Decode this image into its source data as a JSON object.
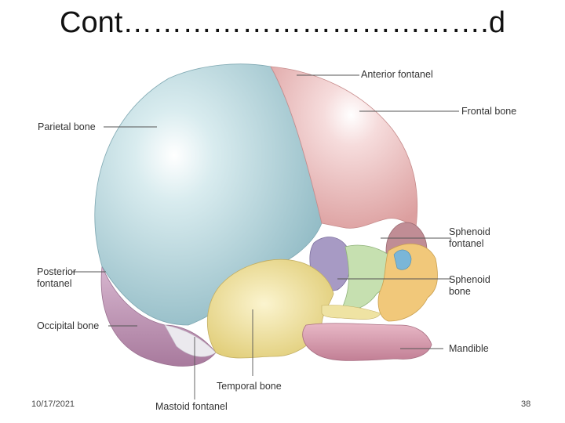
{
  "slide": {
    "title": "Cont……………………………….d",
    "date": "10/17/2021",
    "page_number": "38"
  },
  "labels": {
    "anterior_fontanel": "Anterior fontanel",
    "frontal_bone": "Frontal bone",
    "parietal_bone": "Parietal bone",
    "sphenoid_fontanel_1": "Sphenoid",
    "sphenoid_fontanel_2": "fontanel",
    "sphenoid_bone_1": "Sphenoid",
    "sphenoid_bone_2": "bone",
    "posterior_fontanel_1": "Posterior",
    "posterior_fontanel_2": "fontanel",
    "occipital_bone": "Occipital bone",
    "mandible": "Mandible",
    "temporal_bone": "Temporal bone",
    "mastoid_fontanel": "Mastoid fontanel"
  },
  "colors": {
    "parietal": "#b9d6dc",
    "frontal": "#edc3c3",
    "occipital": "#c5a0bd",
    "temporal": "#efe3a3",
    "sphenoid": "#a79ac4",
    "mandible": "#d59aae",
    "maxilla": "#f1c87a",
    "green_bone": "#c6e0b0",
    "fontanel": "#ebe9ee"
  }
}
